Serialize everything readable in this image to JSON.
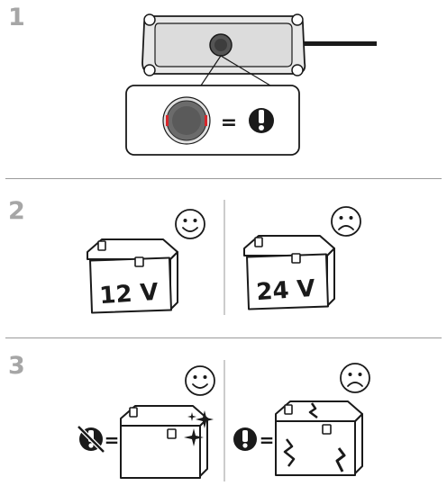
{
  "steps": [
    {
      "number": "1"
    },
    {
      "number": "2"
    },
    {
      "number": "3"
    }
  ],
  "equals_sign": "=",
  "step2": {
    "left_battery_label": "12 V",
    "right_battery_label": "24 V",
    "left_face": "smiley-face-icon",
    "right_face": "sad-face-icon"
  },
  "step3": {
    "left_face": "smiley-face-icon",
    "right_face": "sad-face-icon",
    "left_symbol": "no-warning-icon",
    "right_symbol": "warning-exclamation-icon"
  },
  "colors": {
    "line": "#1a1a1a",
    "step_number": "#a6a6a6",
    "indicator_red": "#d7262b",
    "device_grey": "#555555"
  }
}
